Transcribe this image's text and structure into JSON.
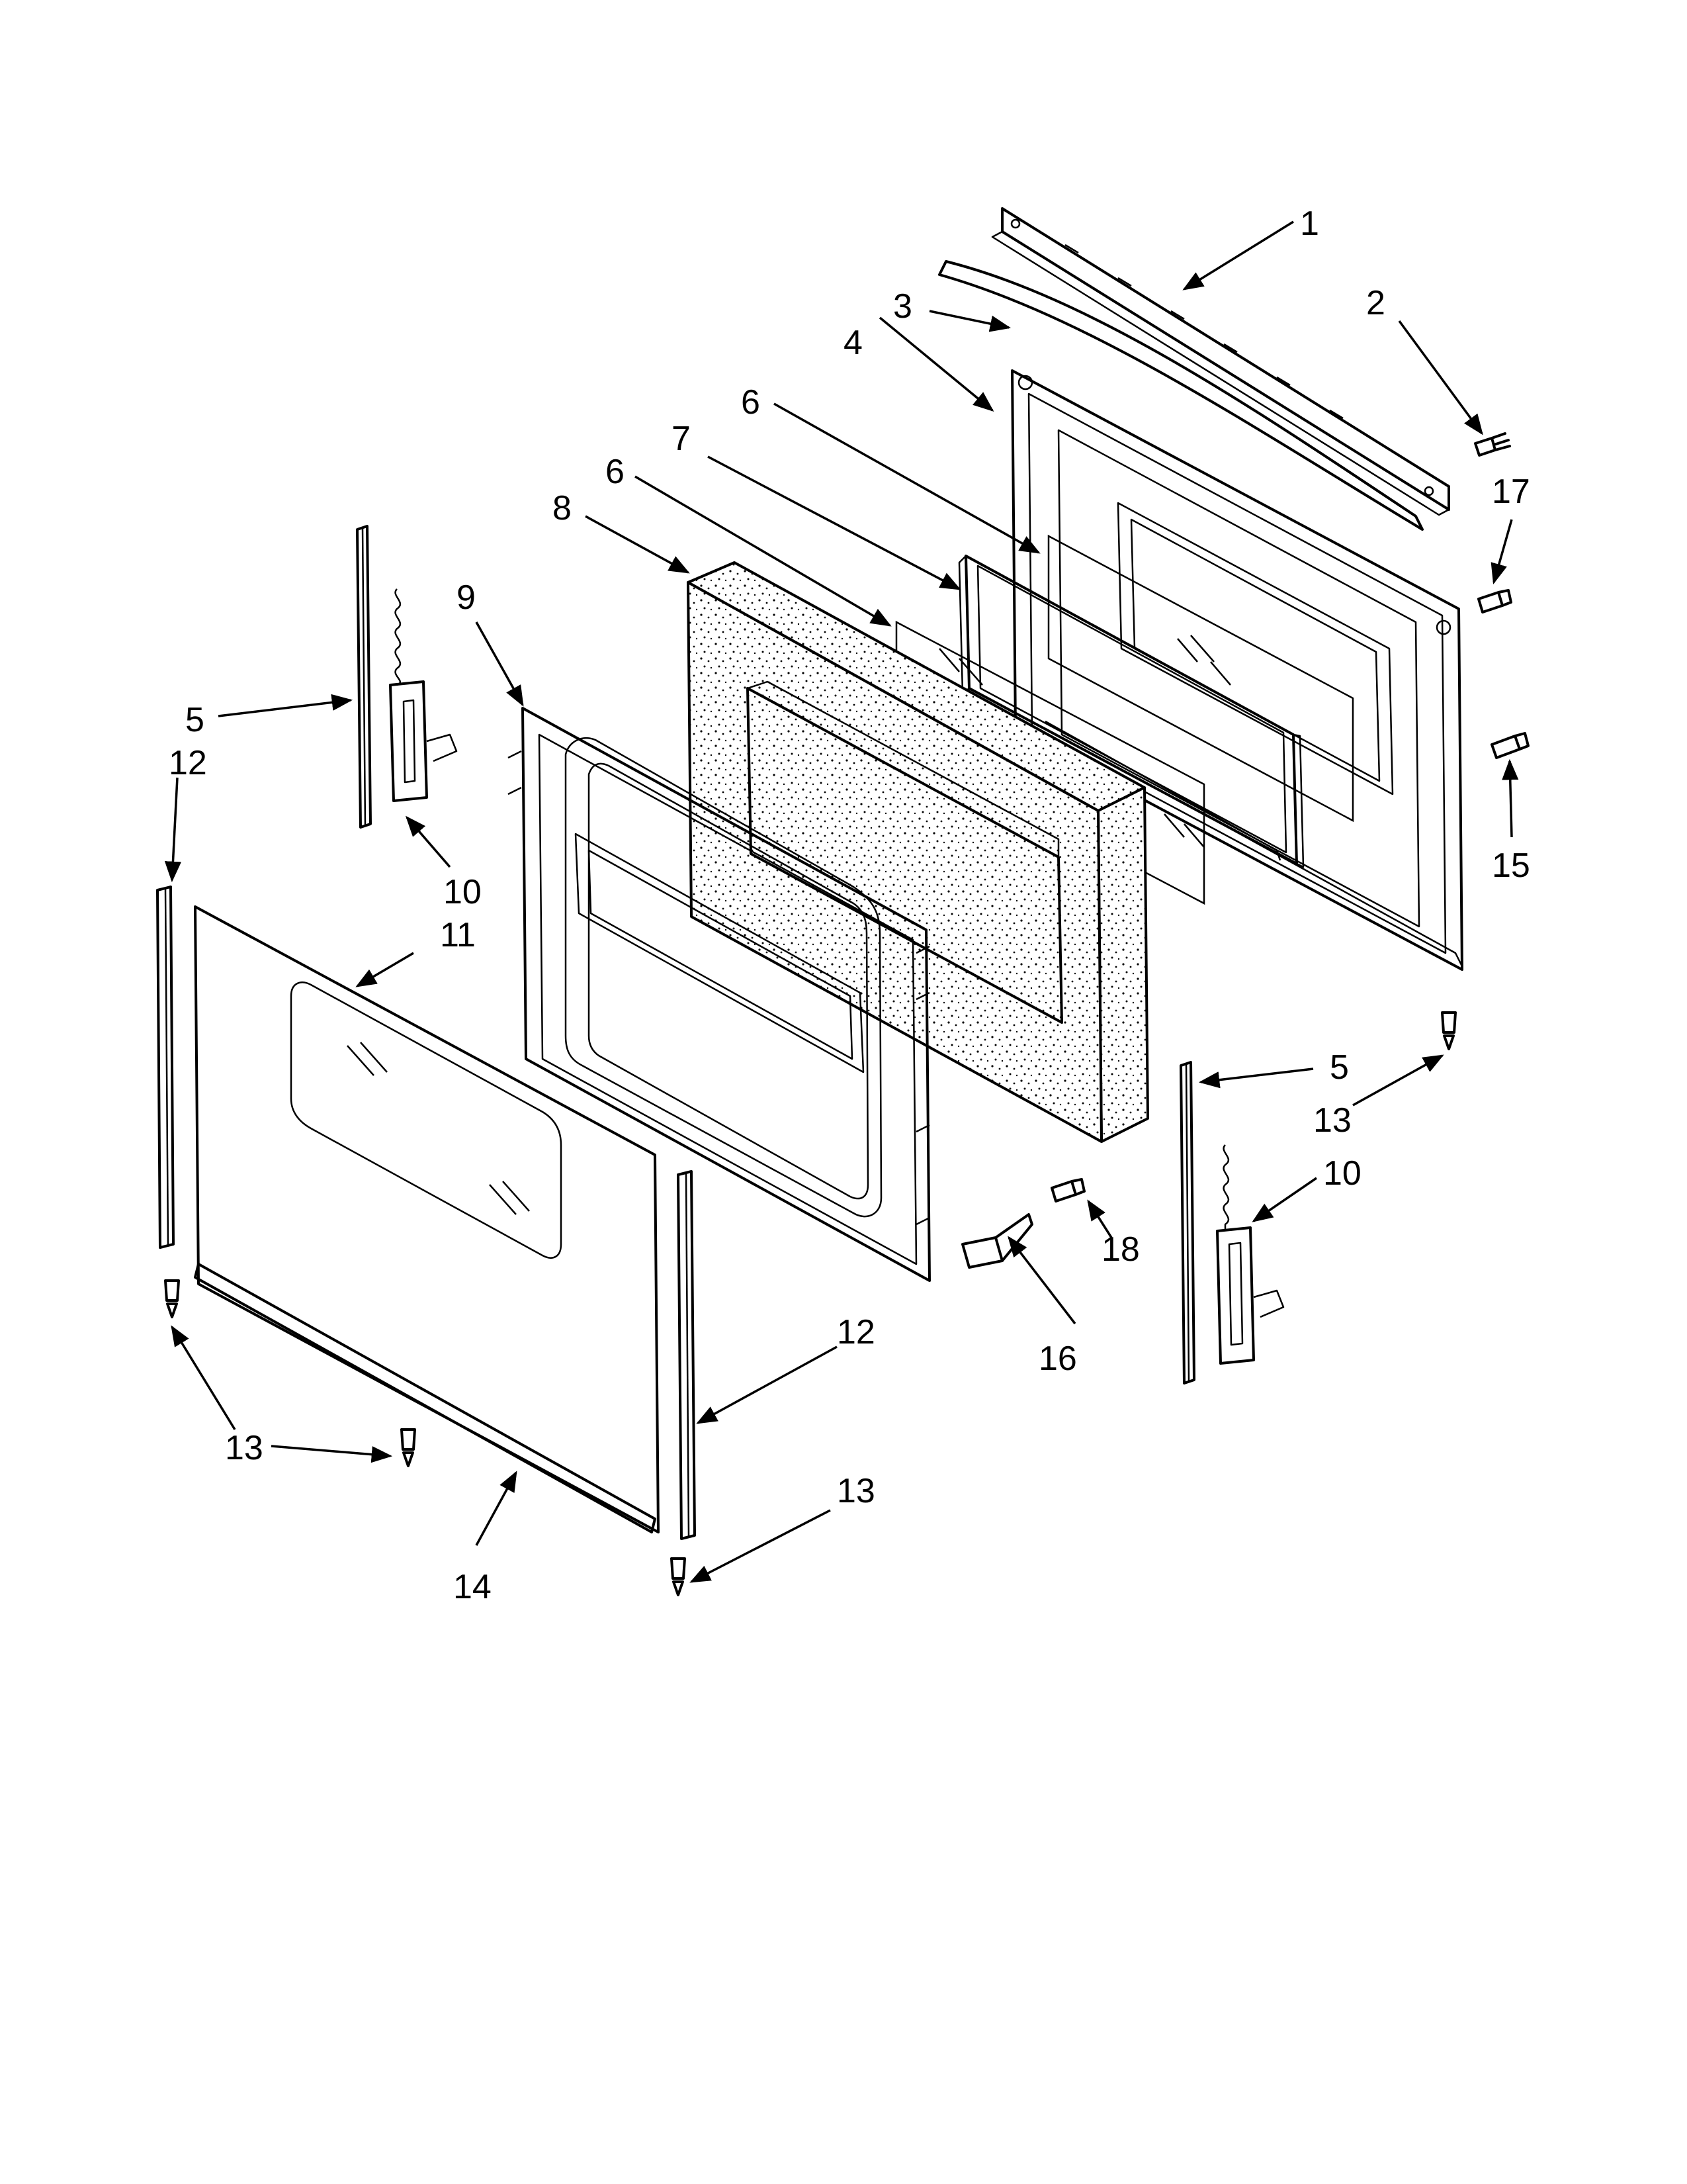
{
  "diagram": {
    "callouts": [
      {
        "id": "c1",
        "text": "1"
      },
      {
        "id": "c2",
        "text": "2"
      },
      {
        "id": "c3",
        "text": "3"
      },
      {
        "id": "c4",
        "text": "4"
      },
      {
        "id": "c6a",
        "text": "6"
      },
      {
        "id": "c6b",
        "text": "6"
      },
      {
        "id": "c7",
        "text": "7"
      },
      {
        "id": "c8",
        "text": "8"
      },
      {
        "id": "c9",
        "text": "9"
      },
      {
        "id": "c17",
        "text": "17"
      },
      {
        "id": "c5a",
        "text": "5"
      },
      {
        "id": "c12a",
        "text": "12"
      },
      {
        "id": "c10a",
        "text": "10"
      },
      {
        "id": "c11",
        "text": "11"
      },
      {
        "id": "c15",
        "text": "15"
      },
      {
        "id": "c5b",
        "text": "5"
      },
      {
        "id": "c13a",
        "text": "13"
      },
      {
        "id": "c10b",
        "text": "10"
      },
      {
        "id": "c18",
        "text": "18"
      },
      {
        "id": "c16",
        "text": "16"
      },
      {
        "id": "c12b",
        "text": "12"
      },
      {
        "id": "c13b",
        "text": "13"
      },
      {
        "id": "c13c",
        "text": "13"
      },
      {
        "id": "c14",
        "text": "14"
      }
    ]
  }
}
